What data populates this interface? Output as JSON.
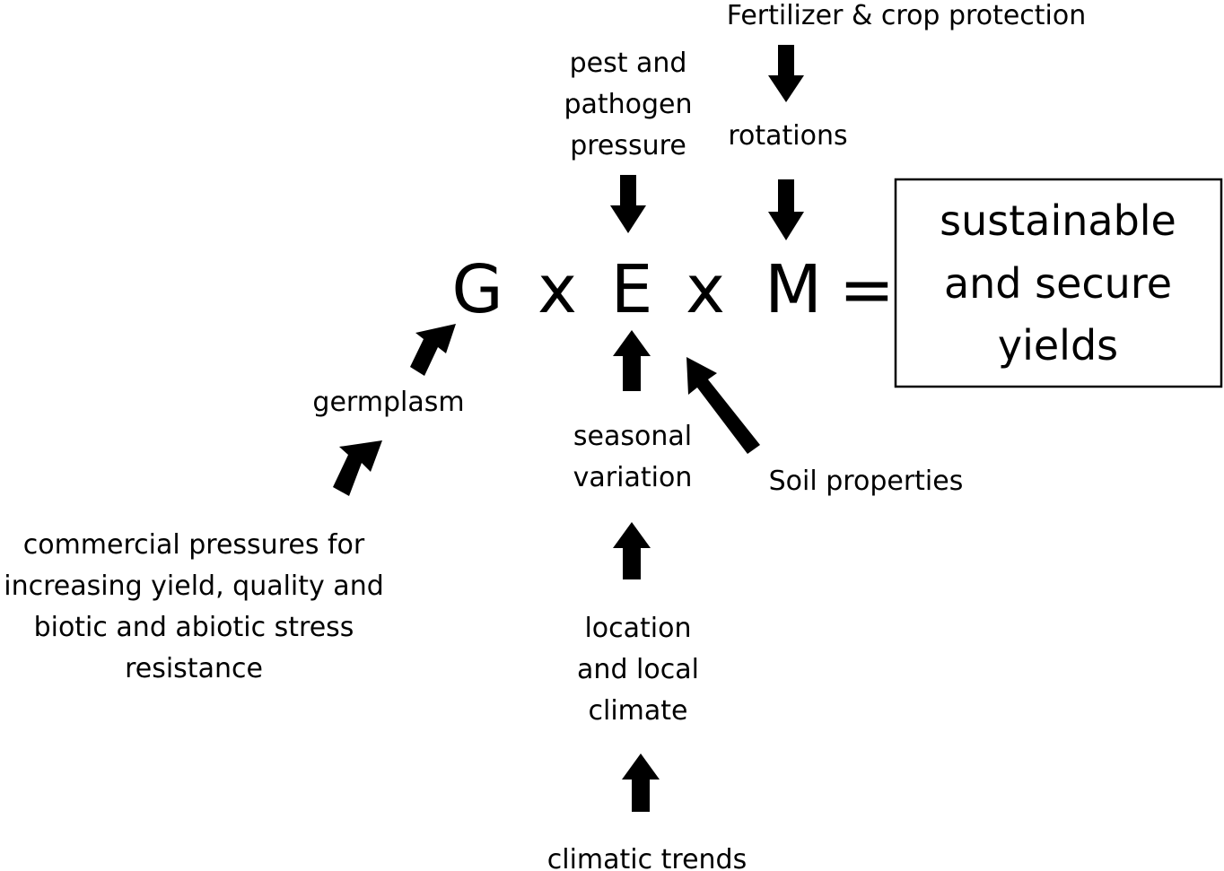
{
  "equation": {
    "g": "G",
    "times1": "x",
    "e": "E",
    "times2": "x",
    "m": "M",
    "equals": "="
  },
  "outcome": {
    "line1": "sustainable",
    "line2": "and secure",
    "line3": "yields"
  },
  "management_inputs": {
    "fertilizer": "Fertilizer & crop protection",
    "rotations": "rotations"
  },
  "environment_inputs": {
    "pest_line1": "pest and",
    "pest_line2": "pathogen",
    "pest_line3": "pressure",
    "seasonal_line1": "seasonal",
    "seasonal_line2": "variation",
    "soil": "Soil properties",
    "location_line1": "location",
    "location_line2": "and local",
    "location_line3": "climate",
    "climatic_trends": "climatic trends"
  },
  "genotype_inputs": {
    "germplasm": "germplasm",
    "commercial_line1": "commercial pressures for",
    "commercial_line2": "increasing yield, quality and",
    "commercial_line3": "biotic and abiotic stress",
    "commercial_line4": "resistance"
  },
  "colors": {
    "ink": "#000000",
    "background": "#ffffff"
  }
}
